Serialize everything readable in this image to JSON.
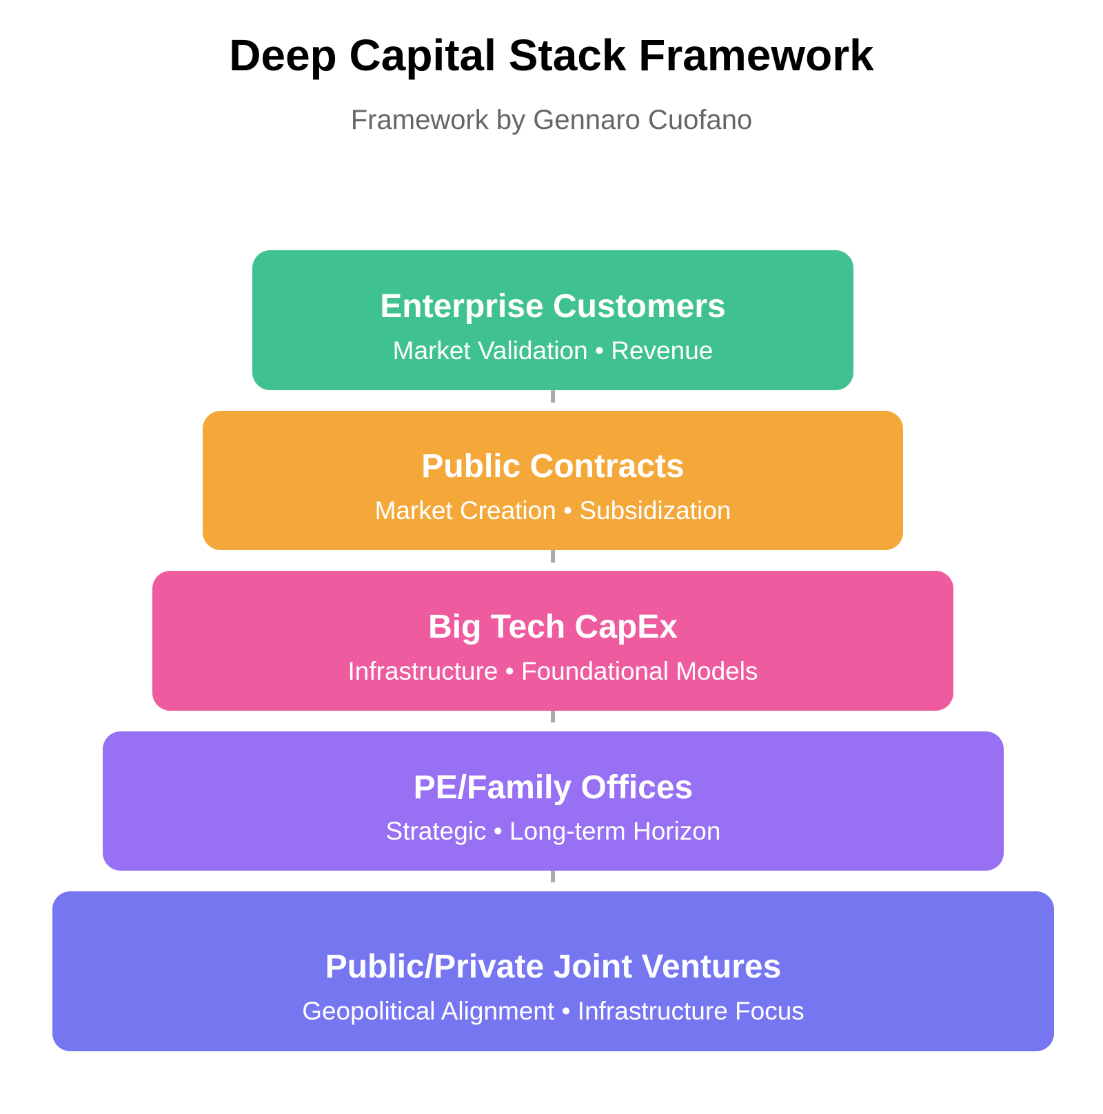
{
  "header": {
    "title": "Deep Capital Stack Framework",
    "subtitle": "Framework by Gennaro Cuofano"
  },
  "layers": [
    {
      "title": "Enterprise Customers",
      "subtitle": "Market Validation • Revenue",
      "color": "#3fc28f"
    },
    {
      "title": "Public Contracts",
      "subtitle": "Market Creation • Subsidization",
      "color": "#f5a83a"
    },
    {
      "title": "Big Tech CapEx",
      "subtitle": "Infrastructure • Foundational Models",
      "color": "#ee5b9f"
    },
    {
      "title": "PE/Family Offices",
      "subtitle": "Strategic • Long-term Horizon",
      "color": "#9770f3"
    },
    {
      "title": "Public/Private Joint Ventures",
      "subtitle": "Geopolitical Alignment • Infrastructure Focus",
      "color": "#7676f1"
    }
  ],
  "connector_color": "#aaaaaa"
}
